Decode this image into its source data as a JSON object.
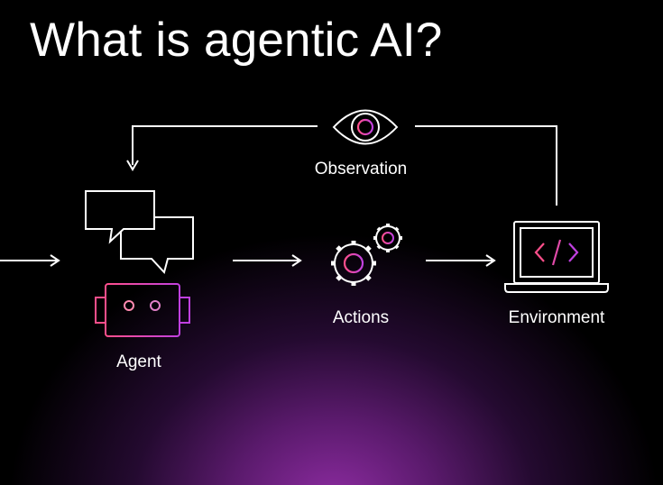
{
  "slide": {
    "title": "What is agentic AI?"
  },
  "diagram": {
    "nodes": {
      "observation": {
        "label": "Observation",
        "icon": "eye-icon"
      },
      "agent": {
        "label": "Agent",
        "icons": [
          "speech-bubbles-icon",
          "robot-icon"
        ]
      },
      "actions": {
        "label": "Actions",
        "icon": "gears-icon"
      },
      "environment": {
        "label": "Environment",
        "icon": "laptop-code-icon"
      }
    },
    "colors": {
      "background": "#000000",
      "glow": "#8e2ca2",
      "line": "#ffffff",
      "accent_pink": "#ff4f8b",
      "accent_purple": "#c040e0"
    }
  }
}
